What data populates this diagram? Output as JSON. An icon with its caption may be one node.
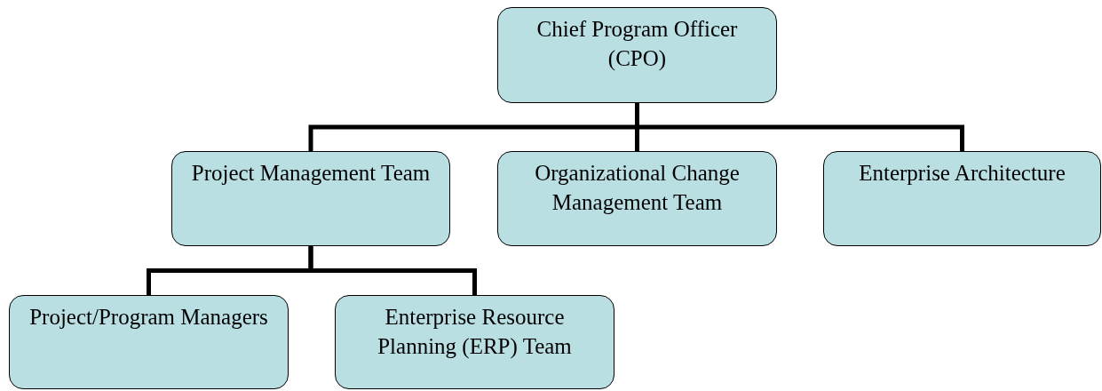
{
  "diagram": {
    "nodes": [
      {
        "text": [
          "Chief Program Officer (CPO)"
        ]
      },
      {
        "text": [
          "Project Management Team"
        ]
      },
      {
        "text": [
          "Organizational Change Management Team"
        ]
      },
      {
        "text": [
          "Enterprise Architecture"
        ]
      },
      {
        "text": [
          "Project/Program Managers"
        ]
      },
      {
        "text": [
          "Enterprise Resource Planning (ERP) Team"
        ]
      }
    ],
    "edges": [
      {
        "from": 0,
        "to": 1,
        "arrow": "none"
      },
      {
        "from": 0,
        "to": 2,
        "arrow": "none"
      },
      {
        "from": 0,
        "to": 3,
        "arrow": "none"
      },
      {
        "from": 1,
        "to": 4,
        "arrow": "none"
      },
      {
        "from": 1,
        "to": 5,
        "arrow": "none"
      }
    ]
  }
}
